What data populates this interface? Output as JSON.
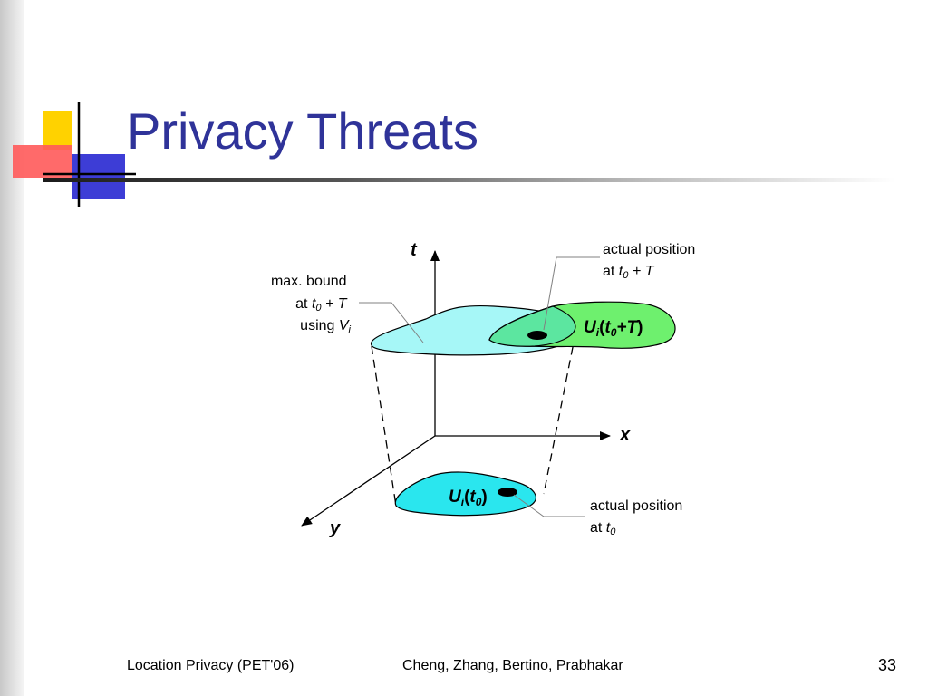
{
  "slide": {
    "title": "Privacy Threats",
    "page_number": "33"
  },
  "footer": {
    "left": "Location Privacy (PET'06)",
    "center": "Cheng, Zhang, Bertino, Prabhakar"
  },
  "diagram": {
    "axes": {
      "t": "t",
      "x": "x",
      "y": "y"
    },
    "labels": {
      "max_bound": {
        "line1": "max. bound",
        "line2_prefix": "at ",
        "line2_var": "t",
        "line2_sub": "0",
        "line2_rest": " + T",
        "line3_prefix": "using ",
        "line3_var": "V",
        "line3_sub": "i"
      },
      "actual_top": {
        "line1": "actual position",
        "line2_prefix": "at ",
        "line2_var": "t",
        "line2_sub": "0",
        "line2_rest": " + T"
      },
      "actual_bottom": {
        "line1": "actual position",
        "line2_prefix": "at ",
        "line2_var": "t",
        "line2_sub": "0"
      },
      "region_top": {
        "var": "U",
        "sub": "i",
        "open": "(",
        "t": "t",
        "t_sub": "0",
        "rest": "+T",
        "close": ")"
      },
      "region_bottom": {
        "var": "U",
        "sub": "i",
        "open": "(",
        "t": "t",
        "t_sub": "0",
        "close": ")"
      }
    },
    "colors": {
      "max_bound_region": "#a6f7f7",
      "region_top": "#6ef06e",
      "region_bottom": "#2ae6ee",
      "title": "#2f3399"
    }
  }
}
